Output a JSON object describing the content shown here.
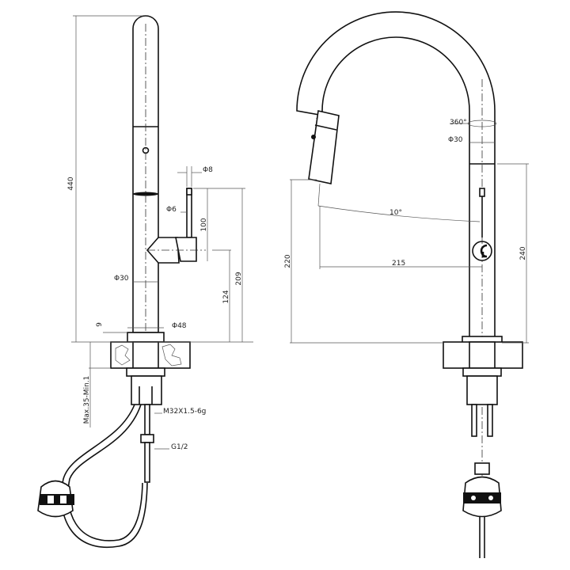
{
  "left_view": {
    "height_total": "440",
    "lever_rod_dia": "Φ8",
    "lever_rod_inner_dia": "Φ6",
    "lever_length": "100",
    "lever_height": "209",
    "lever_axis_height": "124",
    "body_dia": "Φ30",
    "flange_height": "9",
    "flange_dia": "Φ48",
    "counter_thickness": "Max.35-Min.1",
    "thread": "M32X1.5-6g",
    "inlet": "G1/2"
  },
  "right_view": {
    "rotation": "360°",
    "body_dia": "Φ30",
    "spout_tilt": "10°",
    "spout_reach": "215",
    "spout_height": "220",
    "joint_height": "240"
  }
}
